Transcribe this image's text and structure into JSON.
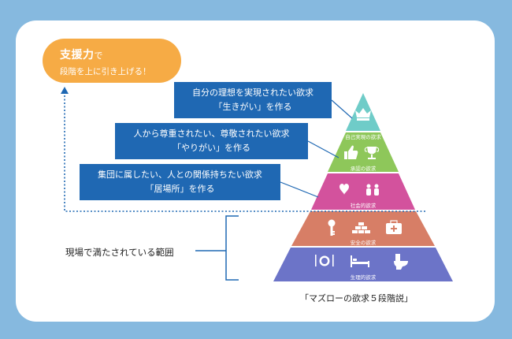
{
  "support_pill": {
    "title": "支援力",
    "title_suffix": "で",
    "subtitle": "段階を上に引き上げる！"
  },
  "callouts": [
    {
      "line1": "自分の理想を実現されたい欲求",
      "line2": "「生きがい」を作る"
    },
    {
      "line1": "人から尊重されたい、尊敬されたい欲求",
      "line2": "「やりがい」を作る"
    },
    {
      "line1": "集団に属したい、人との関係持ちたい欲求",
      "line2": "「居場所」を作る"
    }
  ],
  "pyramid_levels": [
    {
      "label": "自己実現の欲求",
      "color": "#6fccc8",
      "icons": [
        "crown-icon"
      ]
    },
    {
      "label": "承認の欲求",
      "color": "#8ec75a",
      "icons": [
        "thumbs-up-icon",
        "trophy-icon"
      ]
    },
    {
      "label": "社会的欲求",
      "color": "#d3529d",
      "icons": [
        "heart-icon",
        "people-icon"
      ]
    },
    {
      "label": "安全の欲求",
      "color": "#d77e66",
      "icons": [
        "key-icon",
        "gold-bars-icon",
        "first-aid-kit-icon"
      ]
    },
    {
      "label": "生理的欲求",
      "color": "#6c74c8",
      "icons": [
        "plate-cutlery-icon",
        "bed-icon",
        "toilet-icon"
      ]
    }
  ],
  "range_label": "現場で満たされている範囲",
  "caption": "「マズローの欲求５段階説」",
  "colors": {
    "background": "#86b9df",
    "card": "#ffffff",
    "pill": "#f6ab45",
    "callout": "#1f68b3",
    "dotted_line": "#1f68b3",
    "bracket": "#1f68b3"
  }
}
